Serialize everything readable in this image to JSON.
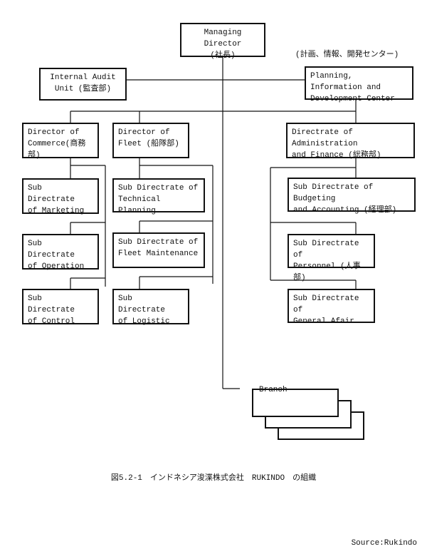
{
  "org": {
    "managing_director": "Managing Director\n(社長)",
    "internal_audit": "Internal Audit\nUnit (監査部)",
    "planning_note": "(計画、情報、開発センター)",
    "planning": "Planning, Information and\nDevelopment Center",
    "dir_commerce": "Director of\nCommerce(商務部)",
    "dir_fleet": "Director of\nFleet (船隊部)",
    "dir_admin": "Directrate of Administration\nand Finance (総務部)",
    "sub_marketing": "Sub Directrate\nof Marketing",
    "sub_operation": "Sub Directrate\nof Operation",
    "sub_control": "Sub Directrate\nof Control",
    "sub_technical": "Sub Directrate of\nTechnical Planning",
    "sub_fleet_maint": "Sub Directrate of\nFleet Maintenance",
    "sub_logistic": "Sub Directrate\nof Logistic",
    "sub_budgeting": "Sub Directrate of Budgeting\nand Accounting (経理部)",
    "sub_personnel": "Sub Directrate of\nPersonnel (人事部)",
    "sub_general": "Sub Directrate of\nGeneral Afair",
    "branch": "Branch"
  },
  "caption": "図5.2-1　インドネシア浚渫株式会社　RUKINDO　の組織",
  "source": "Source:Rukindo"
}
